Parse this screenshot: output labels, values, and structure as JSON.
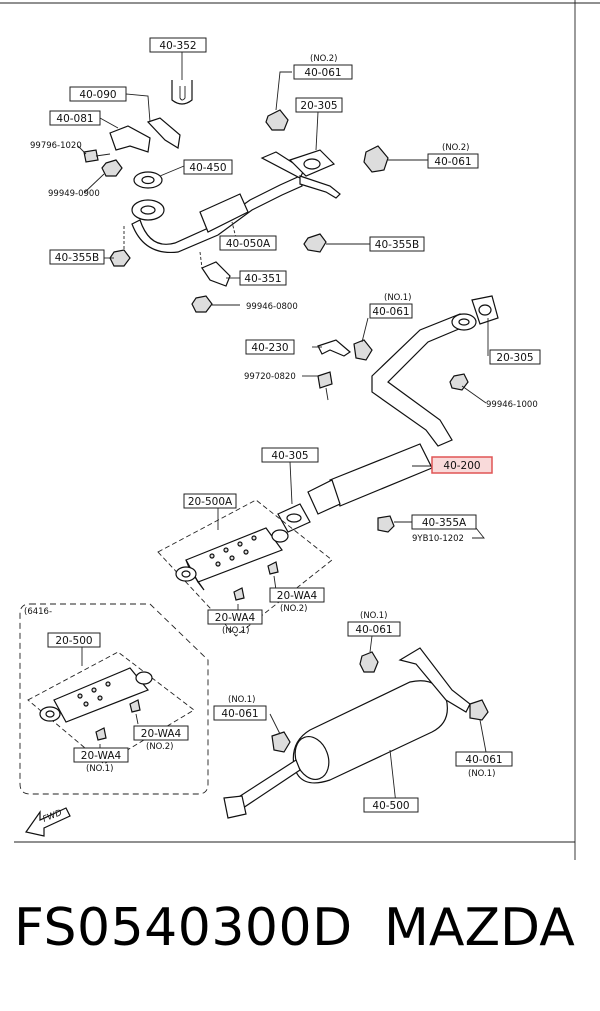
{
  "labels": {
    "l40352": "40-352",
    "l40090": "40-090",
    "l40081": "40-081",
    "l99796": "99796-1020",
    "l99949": "99949-0900",
    "l40450": "40-450",
    "l40355b_left": "40-355B",
    "l40050a": "40-050A",
    "l40351": "40-351",
    "l99946_0800": "99946-0800",
    "no2_top": "(NO.2)",
    "l40061_top": "40-061",
    "l20305_top": "20-305",
    "no2_right": "(NO.2)",
    "l40061_right": "40-061",
    "l40355b_right": "40-355B",
    "no1_mid": "(NO.1)",
    "l40061_mid": "40-061",
    "l40230": "40-230",
    "l99720": "99720-0820",
    "l20305_mid": "20-305",
    "l99946_1000": "99946-1000",
    "l40305": "40-305",
    "l40200": "40-200",
    "l20500a": "20-500A",
    "l40355a": "40-355A",
    "l9yb10": "9YB10-1202",
    "l20wa4_no1_a": "20-WA4",
    "no1_a": "(NO.1)",
    "l20wa4_no2_a": "20-WA4",
    "no2_a": "(NO.2)",
    "l6416": "(6416-",
    "l20500": "20-500",
    "l20wa4_no1_b": "20-WA4",
    "no1_b": "(NO.1)",
    "l20wa4_no2_b": "20-WA4",
    "no2_b": "(NO.2)",
    "no1_lower": "(NO.1)",
    "l40061_lower": "40-061",
    "no1_left": "(NO.1)",
    "l40061_left": "40-061",
    "l40500": "40-500",
    "l40061_br": "40-061",
    "no1_br": "(NO.1)",
    "fwd": "FWD"
  },
  "footer": {
    "part_number": "FS0540300D",
    "brand": "MAZDA"
  },
  "highlight_color": "#e05555"
}
